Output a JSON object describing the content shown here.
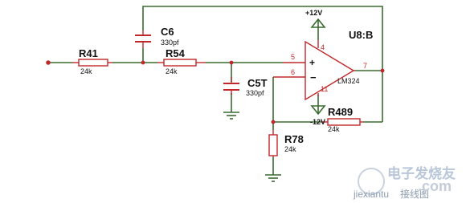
{
  "components": {
    "c6": {
      "ref": "C6",
      "value": "330pf"
    },
    "r41": {
      "ref": "R41",
      "value": "24k"
    },
    "r54": {
      "ref": "R54",
      "value": "24k"
    },
    "c5t": {
      "ref": "C5T",
      "value": "330pf"
    },
    "r489": {
      "ref": "R489",
      "value": "24k"
    },
    "r78": {
      "ref": "R78",
      "value": "24k"
    },
    "opamp": {
      "ref": "U8:B",
      "part": "LM324"
    }
  },
  "pins": {
    "p4": "4",
    "p5": "5",
    "p6": "6",
    "p7": "7",
    "p11": "11"
  },
  "supplies": {
    "positive": "+12V",
    "negative": "-12V"
  },
  "watermark": {
    "line1": "电子发烧友",
    "line2": "jiexiantu",
    "line3": "接线图",
    "line4": ".com"
  }
}
